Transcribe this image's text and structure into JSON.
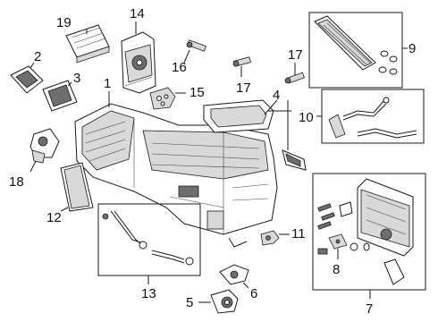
{
  "diagram": {
    "callouts": {
      "c1": "1",
      "c2": "2",
      "c3": "3",
      "c4": "4",
      "c5": "5",
      "c6": "6",
      "c7": "7",
      "c8": "8",
      "c9": "9",
      "c10": "10",
      "c11": "11",
      "c12": "12",
      "c13": "13",
      "c14": "14",
      "c15": "15",
      "c16": "16",
      "c17a": "17",
      "c17b": "17",
      "c18": "18",
      "c19": "19"
    }
  }
}
